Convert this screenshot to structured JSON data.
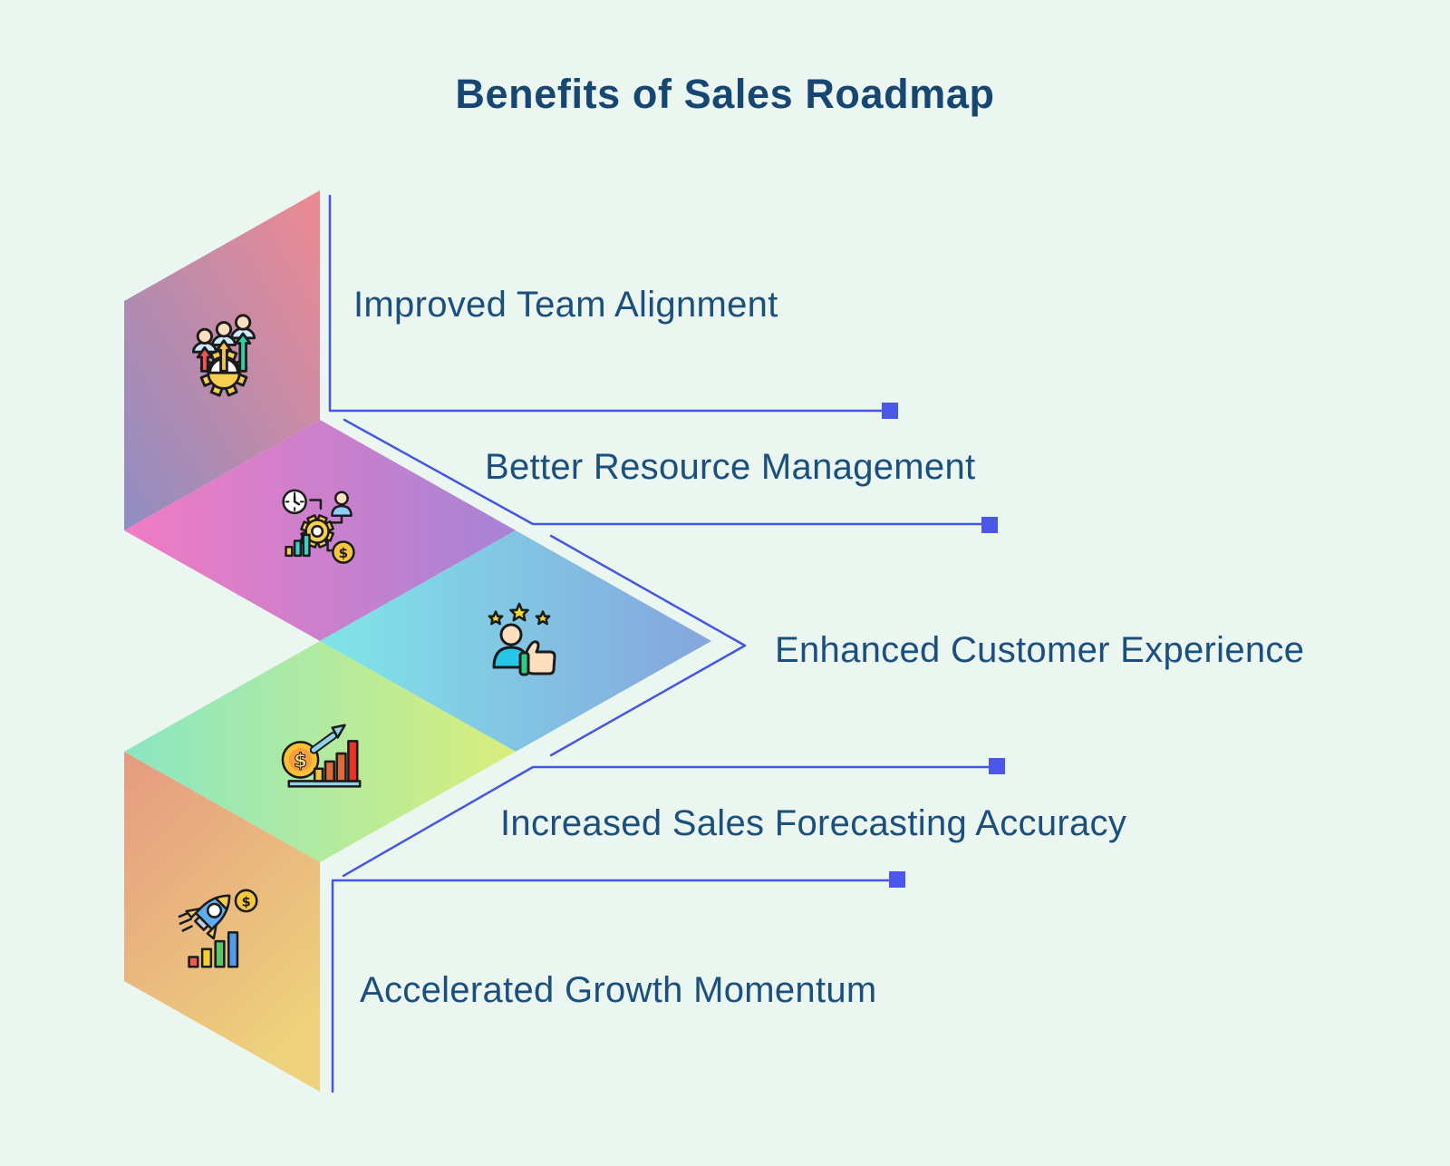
{
  "title": "Benefits of Sales Roadmap",
  "items": [
    {
      "label": "Improved Team Alignment",
      "icon": "team-alignment-icon",
      "gradient": [
        "#ee8a92",
        "#8f8cc3"
      ]
    },
    {
      "label": "Better Resource Management",
      "icon": "resource-management-icon",
      "gradient": [
        "#f07cc3",
        "#a883d6"
      ]
    },
    {
      "label": "Enhanced Customer Experience",
      "icon": "customer-experience-icon",
      "gradient": [
        "#7fe5e8",
        "#85a5de"
      ]
    },
    {
      "label": "Increased Sales Forecasting Accuracy",
      "icon": "sales-forecasting-icon",
      "gradient": [
        "#8ae6c4",
        "#d9ee7b"
      ]
    },
    {
      "label": "Accelerated Growth Momentum",
      "icon": "growth-momentum-icon",
      "gradient": [
        "#e69a81",
        "#edd17c"
      ]
    }
  ],
  "colors": {
    "background": "#eaf6ef",
    "title_text": "#164672",
    "label_text": "#1b4f7e",
    "connector_line": "#4557e2",
    "connector_square": "#4b56ea"
  }
}
